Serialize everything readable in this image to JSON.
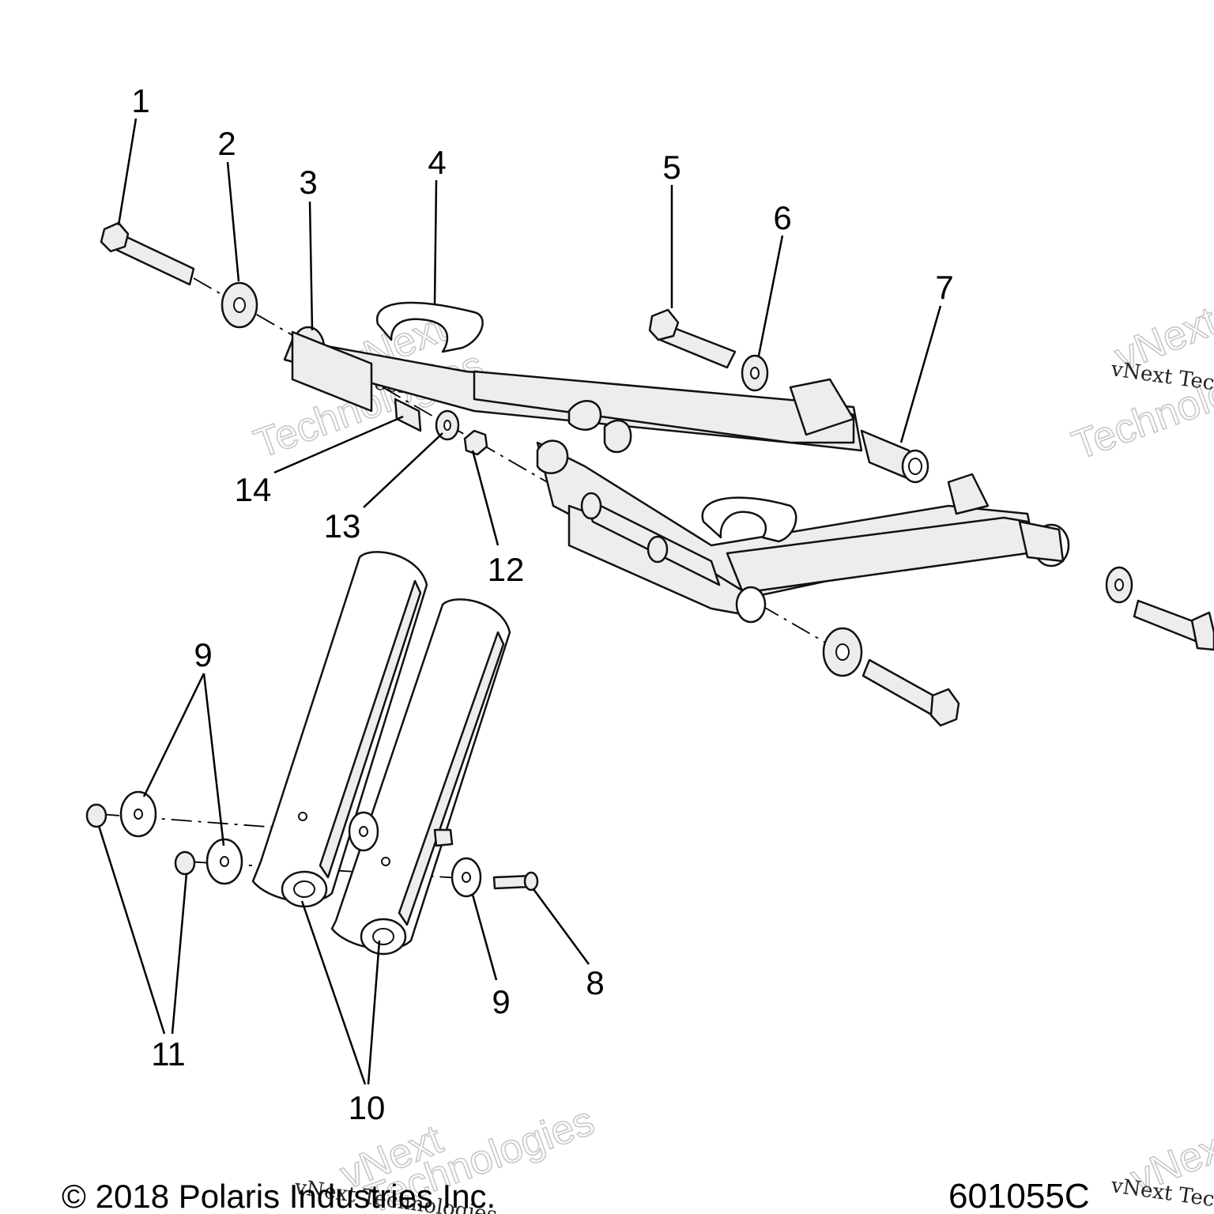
{
  "callouts": [
    {
      "id": "c1",
      "label": "1"
    },
    {
      "id": "c2",
      "label": "2"
    },
    {
      "id": "c3",
      "label": "3"
    },
    {
      "id": "c4",
      "label": "4"
    },
    {
      "id": "c5",
      "label": "5"
    },
    {
      "id": "c6",
      "label": "6"
    },
    {
      "id": "c7",
      "label": "7"
    },
    {
      "id": "c8",
      "label": "8"
    },
    {
      "id": "c9a",
      "label": "9"
    },
    {
      "id": "c9b",
      "label": "9"
    },
    {
      "id": "c10",
      "label": "10"
    },
    {
      "id": "c11",
      "label": "11"
    },
    {
      "id": "c12",
      "label": "12"
    },
    {
      "id": "c13",
      "label": "13"
    },
    {
      "id": "c14",
      "label": "14"
    }
  ],
  "footer": {
    "copyright": "© 2018 Polaris Industries Inc.",
    "figure_id": "601055C"
  },
  "watermark": {
    "line1": "vNext Technologies",
    "word1": "vNext",
    "word2": "Technologies"
  }
}
